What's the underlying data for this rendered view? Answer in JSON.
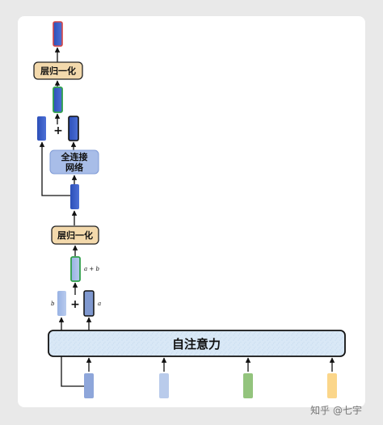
{
  "labels": {
    "layernorm_top": "层归一化",
    "ffn_line1": "全连接",
    "ffn_line2": "网络",
    "layernorm_bottom": "层归一化",
    "self_attention": "自注意力",
    "plus_top": "+",
    "plus_bottom": "+",
    "var_a": "a",
    "var_b": "b",
    "var_a_plus_b": "a + b",
    "watermark": "知乎 @七宇"
  },
  "colors": {
    "blue_dark": "#3a5bc7",
    "blue_light": "#a7bfe8",
    "green_border": "#2fa04a",
    "red_border": "#d64545",
    "layernorm_fill": "#f3d9ac",
    "ffn_fill": "#a8bde8",
    "attention_fill": "#d9e8f6",
    "input_green": "#93c47d",
    "input_yellow": "#fbd68a",
    "input_light": "#b9cbeb"
  }
}
